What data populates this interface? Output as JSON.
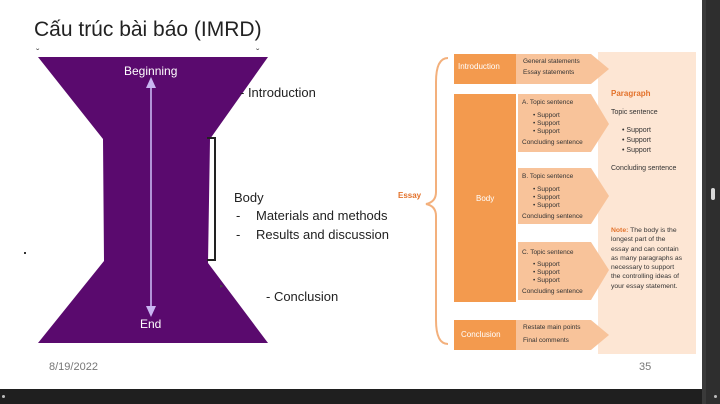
{
  "slide": {
    "title": "Cấu trúc bài báo (IMRD)",
    "date": "8/19/2022",
    "page_number": "35"
  },
  "hourglass": {
    "top_label": "Beginning",
    "bottom_label": "End",
    "fill_color": "#5a0a6e",
    "arrow_color": "#c9b6f2"
  },
  "labels": {
    "introduction": "- Introduction",
    "body_heading": "Body",
    "body_items": [
      "Materials and methods",
      "Results and discussion"
    ],
    "body_bullet": "-",
    "conclusion": "- Conclusion"
  },
  "essay": {
    "label": "Essay",
    "accent": "#f39a4e",
    "introduction": {
      "label": "Introduction",
      "notes": [
        "General statements",
        "Essay statements"
      ]
    },
    "body": {
      "label": "Body",
      "sections": [
        {
          "heading": "A. Topic sentence",
          "supports": [
            "Support",
            "Support",
            "Support"
          ],
          "concluding": "Concluding sentence"
        },
        {
          "heading": "B. Topic sentence",
          "supports": [
            "Support",
            "Support",
            "Support"
          ],
          "concluding": "Concluding sentence"
        },
        {
          "heading": "C. Topic sentence",
          "supports": [
            "Support",
            "Support",
            "Support"
          ],
          "concluding": "Concluding sentence"
        }
      ]
    },
    "conclusion": {
      "label": "Conclusion",
      "notes": [
        "Restate main points",
        "Final comments"
      ]
    },
    "paragraph": {
      "title": "Paragraph",
      "topic": "Topic sentence",
      "supports": [
        "Support",
        "Support",
        "Support"
      ],
      "concluding": "Concluding sentence",
      "note_label": "Note:",
      "note_text": "The body is the longest part of the essay and can contain as many paragraphs as necessary to support the controlling ideas of your essay statement."
    }
  }
}
